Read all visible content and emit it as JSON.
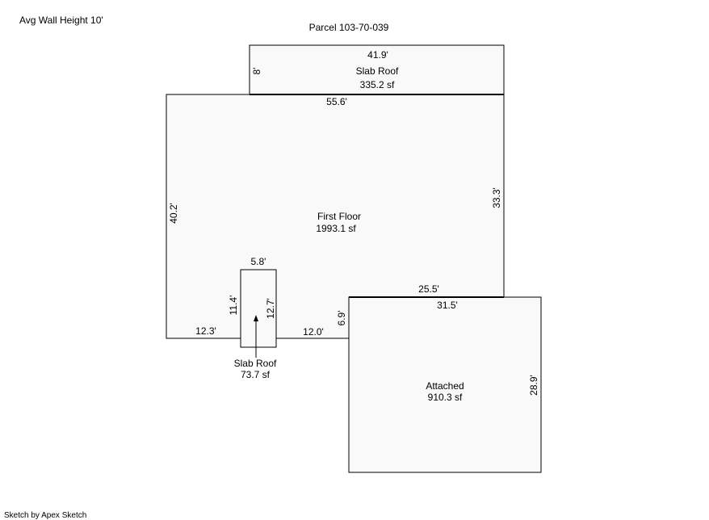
{
  "header": {
    "avg_wall_height": "Avg Wall Height 10'",
    "parcel": "Parcel 103-70-039"
  },
  "areas": {
    "slab_roof_top": {
      "name": "Slab Roof",
      "area": "335.2 sf",
      "dim_top": "41.9'",
      "dim_side": "8'"
    },
    "first_floor": {
      "name": "First Floor",
      "area": "1993.1 sf",
      "dim_top": "55.6'",
      "dim_left": "40.2'",
      "dim_right": "33.3'",
      "dim_bottom_left": "12.3'",
      "dim_bottom_mid": "12.0'",
      "dim_step": "25.5'",
      "dim_notch": "6.9'"
    },
    "slab_roof_small": {
      "name": "Slab Roof",
      "area": "73.7 sf",
      "dim_top": "5.8'",
      "dim_left": "11.4'",
      "dim_right": "12.7'"
    },
    "attached": {
      "name": "Attached",
      "area": "910.3 sf",
      "dim_top": "31.5'",
      "dim_right": "28.9'"
    }
  },
  "footer": {
    "credit": "Sketch by Apex Sketch"
  },
  "colors": {
    "fill": "#f9f9f9",
    "line": "#000000"
  }
}
